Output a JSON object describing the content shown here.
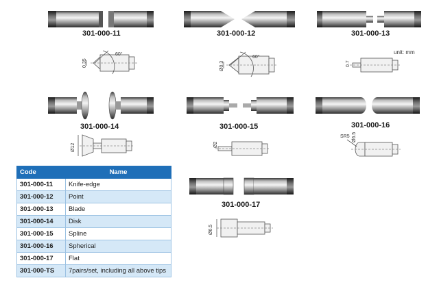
{
  "products": {
    "p11": {
      "code": "301-000-11"
    },
    "p12": {
      "code": "301-000-12"
    },
    "p13": {
      "code": "301-000-13"
    },
    "p14": {
      "code": "301-000-14"
    },
    "p15": {
      "code": "301-000-15"
    },
    "p16": {
      "code": "301-000-16"
    },
    "p17": {
      "code": "301-000-17"
    }
  },
  "dimensions": {
    "d11_height": "0.35",
    "d11_angle": "60°",
    "d12_dia": "Ø0.3",
    "d12_angle": "60°",
    "d13_thickness": "0.7",
    "d14_dia": "Ø12",
    "d15_dia": "Ø2",
    "d16_sr": "SR5",
    "d16_dia": "Ø6.5",
    "d17_dia": "Ø6.5"
  },
  "unit_note": "unit: mm",
  "table": {
    "headers": {
      "code": "Code",
      "name": "Name"
    },
    "rows": [
      {
        "code": "301-000-11",
        "name": "Knife-edge"
      },
      {
        "code": "301-000-12",
        "name": "Point"
      },
      {
        "code": "301-000-13",
        "name": "Blade"
      },
      {
        "code": "301-000-14",
        "name": "Disk"
      },
      {
        "code": "301-000-15",
        "name": "Spline"
      },
      {
        "code": "301-000-16",
        "name": "Spherical"
      },
      {
        "code": "301-000-17",
        "name": "Flat"
      },
      {
        "code": "301-000-TS",
        "name": "7pairs/set, including all above tips"
      }
    ]
  },
  "colors": {
    "table_header": "#1f6fb8",
    "row_alt": "#d5e8f7",
    "metal_light": "#e6e6e6",
    "metal_dark": "#2b2b2b"
  }
}
